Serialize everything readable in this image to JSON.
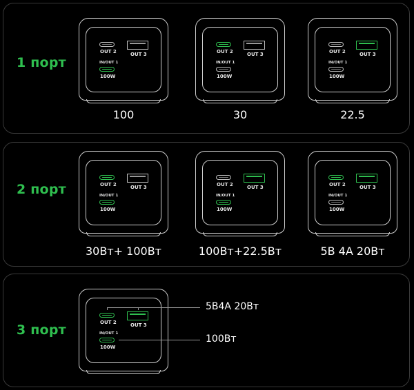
{
  "colors": {
    "accent_green": "#2fbf4f",
    "background": "#000000",
    "outline": "#cfcfcf"
  },
  "port_labels": {
    "out2": "OUT 2",
    "out3": "OUT 3",
    "inout1": "IN/OUT 1",
    "w100": "100W"
  },
  "rows": [
    {
      "label": "1 порт",
      "devices": [
        {
          "caption": "100",
          "active": [
            "inout1"
          ]
        },
        {
          "caption": "30",
          "active": [
            "out2"
          ]
        },
        {
          "caption": "22.5",
          "active": [
            "out3"
          ]
        }
      ]
    },
    {
      "label": "2 порт",
      "devices": [
        {
          "caption": "30Вт+ 100Вт",
          "active": [
            "out2",
            "inout1"
          ]
        },
        {
          "caption": "100Вт+22.5Вт",
          "active": [
            "inout1",
            "out3"
          ]
        },
        {
          "caption": "5В 4А 20Вт",
          "active": [
            "out2",
            "out3"
          ]
        }
      ]
    },
    {
      "label": "3 порт",
      "devices": [
        {
          "active": [
            "out2",
            "out3",
            "inout1"
          ]
        }
      ],
      "callouts": [
        {
          "text": "5В4А 20Вт",
          "target": "out2+out3"
        },
        {
          "text": "100Вт",
          "target": "inout1"
        }
      ]
    }
  ]
}
